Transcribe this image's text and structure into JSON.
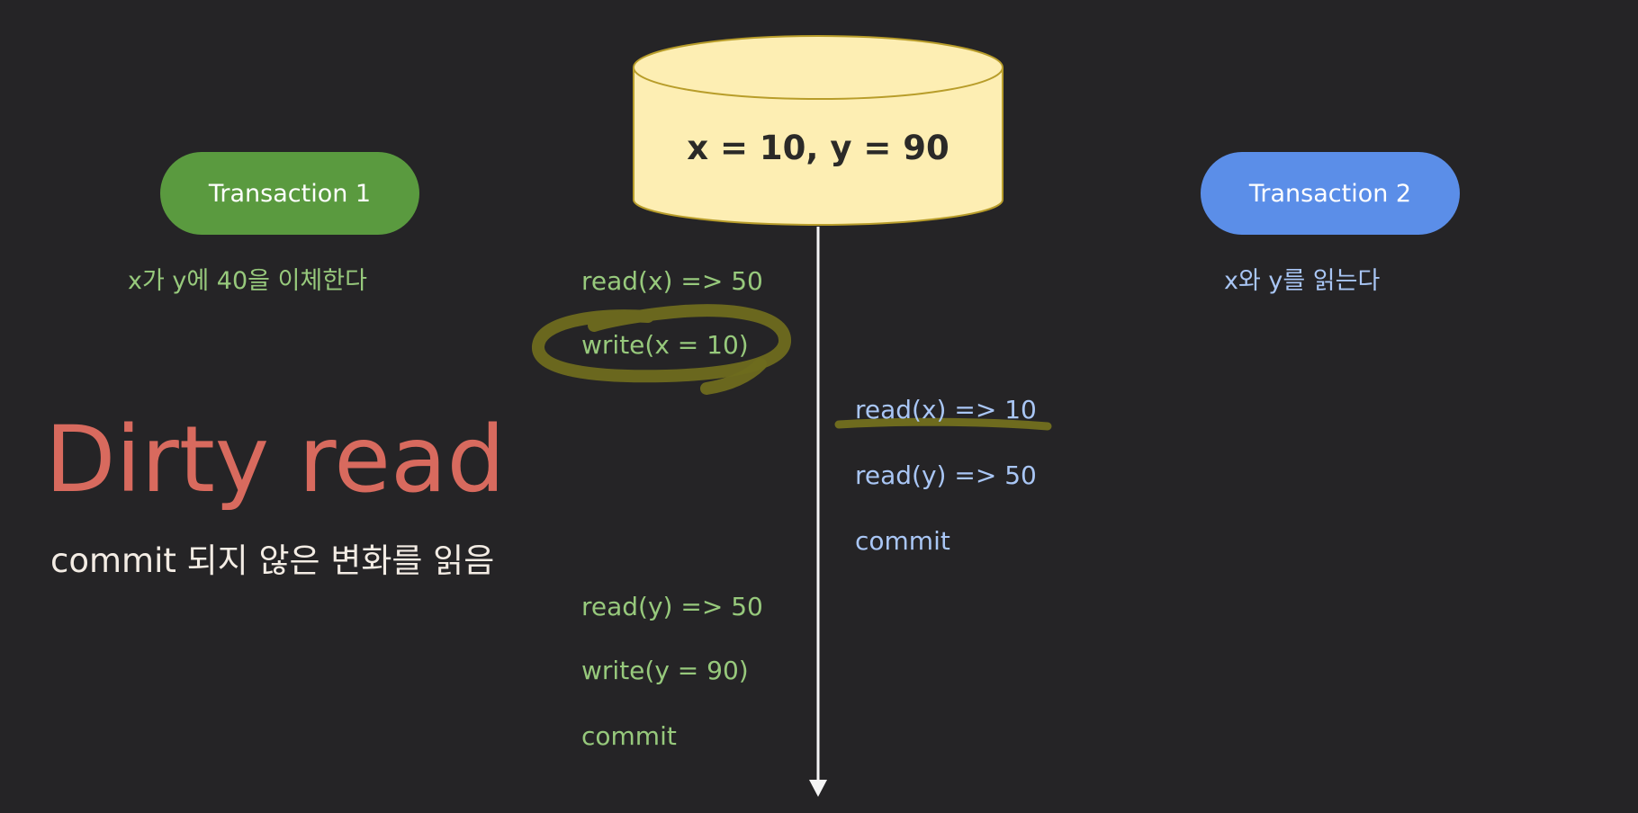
{
  "database": {
    "value": "x = 10, y = 90"
  },
  "transaction1": {
    "label": "Transaction 1",
    "description": "x가 y에 40을 이체한다",
    "ops": [
      "read(x) => 50",
      "write(x = 10)",
      "read(y) => 50",
      "write(y = 90)",
      "commit"
    ]
  },
  "transaction2": {
    "label": "Transaction 2",
    "description": "x와 y를 읽는다",
    "ops": [
      "read(x) => 10",
      "read(y) => 50",
      "commit"
    ]
  },
  "concept": {
    "title": "Dirty read",
    "subtitle": "commit 되지 않은 변화를 읽음"
  },
  "colors": {
    "transaction1": "#5a9a3f",
    "transaction2": "#5b8ee8",
    "database": "#fdeeb3",
    "title": "#d86a5e",
    "highlight": "#6e6b1e"
  }
}
